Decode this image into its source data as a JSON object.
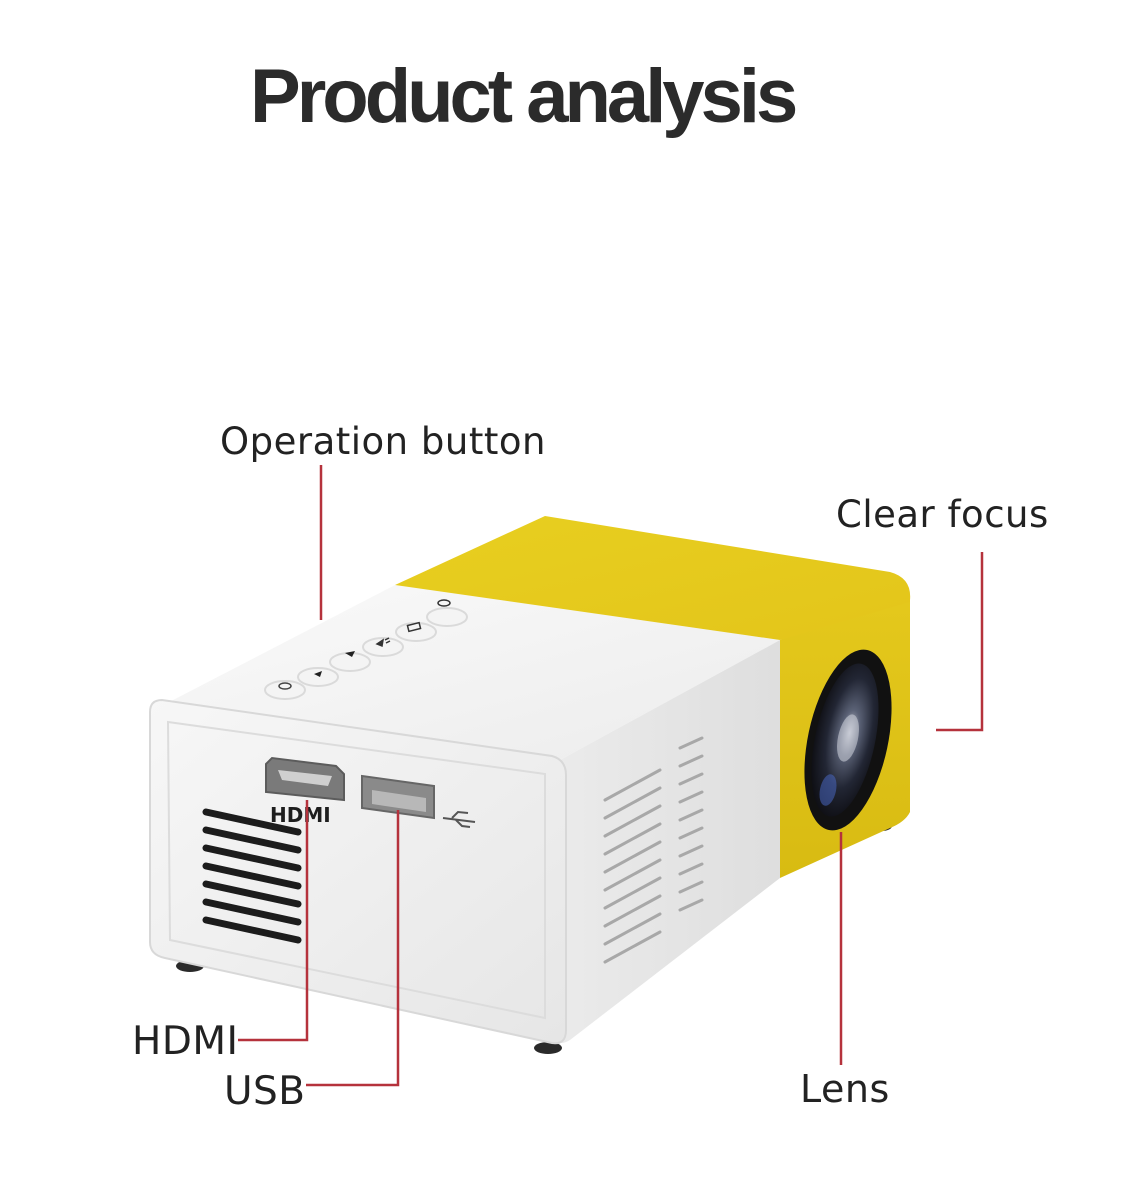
{
  "title": "Product analysis",
  "callouts": {
    "operation_button": "Operation button",
    "clear_focus": "Clear focus",
    "hdmi": "HDMI",
    "usb": "USB",
    "lens": "Lens"
  },
  "device": {
    "port_label_hdmi": "HDMI",
    "control_buttons": [
      "power-icon",
      "left-arrow-icon",
      "right-arrow-icon",
      "play-pause-icon",
      "menu-icon",
      "return-icon"
    ],
    "icons": [
      "usb-icon",
      "lens-icon",
      "vent-icon"
    ]
  },
  "colors": {
    "callout_line": "#b5323c",
    "body_white": "#f2f2f2",
    "accent_yellow": "#e6cc1e",
    "text": "#222222"
  }
}
